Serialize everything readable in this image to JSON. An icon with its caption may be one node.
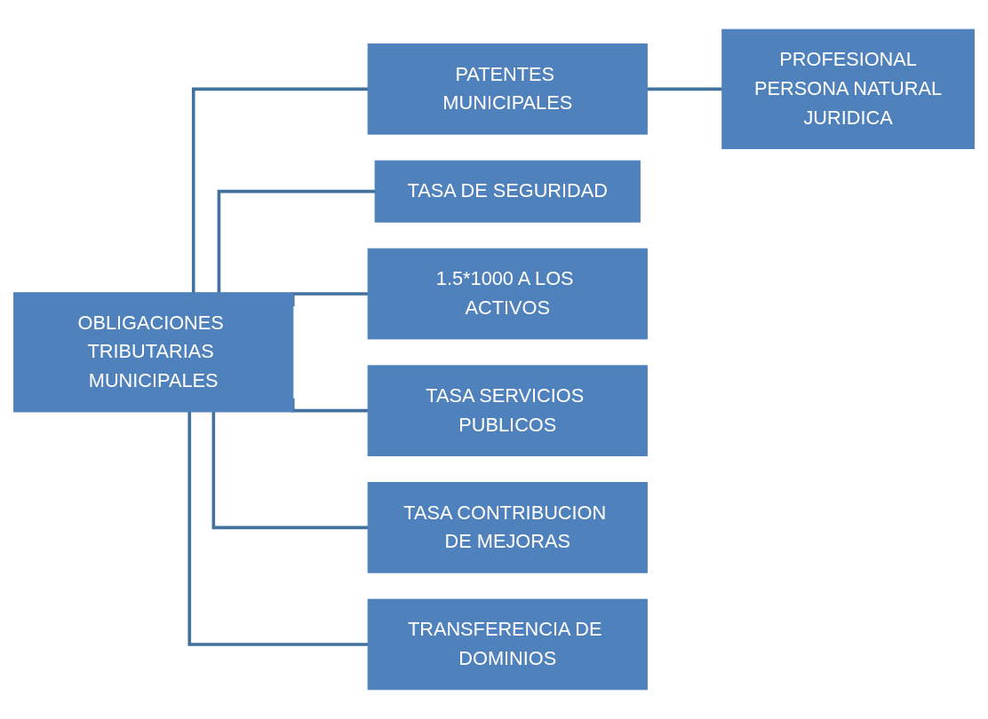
{
  "diagram": {
    "nodes": [
      {
        "text": [
          "OBLIGACIONES TRIBUTARIAS MUNICIPALES"
        ]
      },
      {
        "text": [
          "PATENTES MUNICIPALES"
        ]
      },
      {
        "text": [
          "PROFESIONAL",
          "PERSONA NATURAL",
          "JURIDICA"
        ]
      },
      {
        "text": [
          "TASA DE SEGURIDAD"
        ]
      },
      {
        "text": [
          "1.5*1000 A LOS ACTIVOS"
        ]
      },
      {
        "text": [
          "TASA SERVICIOS PUBLICOS"
        ]
      },
      {
        "text": [
          "TASA CONTRIBUCION DE MEJORAS"
        ]
      },
      {
        "text": [
          "TRANSFERENCIA DE DOMINIOS"
        ]
      }
    ],
    "edges": [
      {
        "from": 0,
        "to": 1,
        "arrow": "none"
      },
      {
        "from": 1,
        "to": 2,
        "arrow": "none"
      },
      {
        "from": 0,
        "to": 3,
        "arrow": "none"
      },
      {
        "from": 0,
        "to": 4,
        "arrow": "none"
      },
      {
        "from": 0,
        "to": 5,
        "arrow": "none"
      },
      {
        "from": 0,
        "to": 6,
        "arrow": "none"
      },
      {
        "from": 0,
        "to": 7,
        "arrow": "none"
      }
    ]
  }
}
